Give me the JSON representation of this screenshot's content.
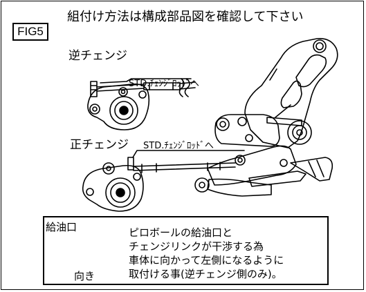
{
  "figure": {
    "badge": "FIG5",
    "instruction": "組付け方法は構成部品図を確認して下さい"
  },
  "labels": {
    "reverse_change": "逆チェンジ",
    "normal_change": "正チェンジ",
    "std_rod_top": "STD.ﾁｪﾝｼﾞﾛｯﾄﾞへ",
    "std_rod_mid": "STD.ﾁｪﾝｼﾞﾛｯﾄﾞへ"
  },
  "note": {
    "oil_port_label": "給油口",
    "direction_label": "向き",
    "lines": [
      "ピロボールの給油口と",
      "チェンジリンクが干渉する為",
      "車体に向かって左側になるように",
      "取付ける事(逆チェンジ側のみ)。"
    ]
  },
  "colors": {
    "ink": "#000000",
    "background": "#ffffff"
  }
}
